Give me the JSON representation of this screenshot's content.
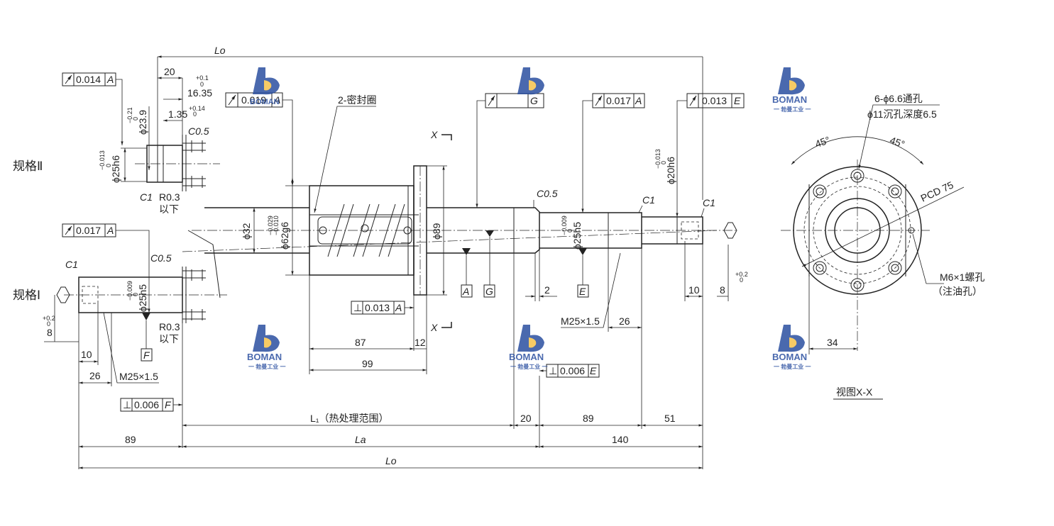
{
  "labels": {
    "spec2": "规格Ⅱ",
    "spec1": "规格Ⅰ",
    "seal": "2-密封圈",
    "section_x": "X",
    "view_title": "视图X-X",
    "thru_hole": "6-ϕ6.6通孔",
    "counterbore": "ϕ11沉孔深度6.5",
    "pcd": "PCD 75",
    "oil_hole": "M6×1螺孔",
    "oil_note": "（注油孔）",
    "heat_treat": "L₁（热处理范围）",
    "la": "La",
    "lo": "Lo",
    "r03_a": "R0.3",
    "below_a": "以下",
    "r03_b": "R0.3",
    "below_b": "以下",
    "c1_a": "C1",
    "c1_b": "C1",
    "c1_c": "C1",
    "c1_d": "C1",
    "c05_a": "C0.5",
    "c05_b": "C0.5",
    "c05_c": "C0.5",
    "thread_a": "M25×1.5",
    "thread_b": "M25×1.5",
    "angle_a": "45°",
    "angle_b": "45°"
  },
  "dims": {
    "d20": "20",
    "d16_35": "16.35",
    "d16_35_tol_up": "+0.1",
    "d16_35_tol_lo": "0",
    "d1_35": "1.35",
    "d1_35_tol_up": "+0.14",
    "d1_35_tol_lo": "0",
    "phi23_9": "ϕ23.9",
    "phi23_9_tol_up": "0",
    "phi23_9_tol_lo": "−0.21",
    "phi25h6": "ϕ25h6",
    "phi25h6_tol_up": "0",
    "phi25h6_tol_lo": "−0.013",
    "phi25h5_a": "ϕ25h5",
    "phi25h5_a_tol_up": "0",
    "phi25h5_a_tol_lo": "−0.009",
    "phi25h5_b": "ϕ25h5",
    "phi25h5_b_tol_up": "0",
    "phi25h5_b_tol_lo": "−0.009",
    "phi32": "ϕ32",
    "phi62g6": "ϕ62g6",
    "phi62g6_tol_up": "−0.010",
    "phi62g6_tol_lo": "−0.029",
    "phi89": "ϕ89",
    "phi20h6": "ϕ20h6",
    "phi20h6_tol_up": "0",
    "phi20h6_tol_lo": "−0.013",
    "d87": "87",
    "d12": "12",
    "d99": "99",
    "d2": "2",
    "d26_a": "26",
    "d26_b": "26",
    "d10_a": "10",
    "d10_b": "10",
    "d8_a": "8",
    "d8_a_tol_up": "+0.2",
    "d8_a_tol_lo": "0",
    "d8_b": "8",
    "d8_b_tol_up": "+0.2",
    "d8_b_tol_lo": "0",
    "d89_a": "89",
    "d89_b": "89",
    "d20_b": "20",
    "d51": "51",
    "d140": "140",
    "d34": "34"
  },
  "tolerances": {
    "runout_014": {
      "value": "0.014",
      "datum": "A"
    },
    "runout_019": {
      "value": "0.019",
      "datum": "A"
    },
    "runout_017_a": {
      "value": "0.017",
      "datum": "A"
    },
    "runout_017_b": {
      "value": "0.017",
      "datum": "A"
    },
    "runout_013": {
      "value": "0.013",
      "datum": "E"
    },
    "runout_g": {
      "value": "",
      "datum": "G"
    },
    "perp_013": {
      "value": "0.013",
      "datum": "A"
    },
    "perp_006_e": {
      "value": "0.006",
      "datum": "E"
    },
    "perp_006_f": {
      "value": "0.006",
      "datum": "F"
    }
  },
  "datums": {
    "a": "A",
    "g": "G",
    "e": "E",
    "f": "F"
  },
  "watermark": {
    "brand": "BOMAN",
    "cn": "一 勃曼工业 一",
    "color": "#2a4fa0"
  }
}
